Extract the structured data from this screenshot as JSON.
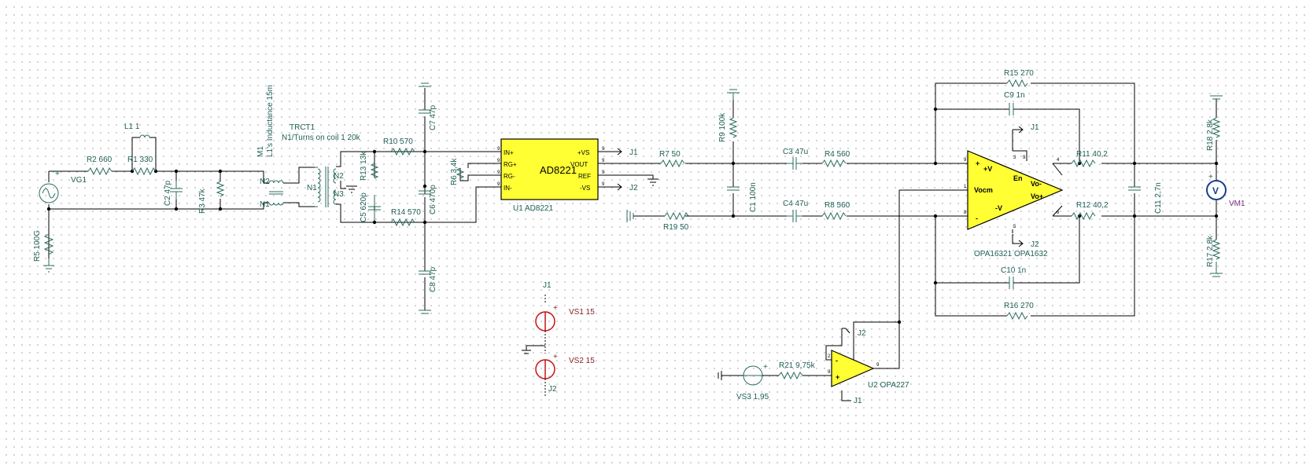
{
  "components": {
    "vg1": "VG1",
    "r5": "R5 100G",
    "r2": "R2 660",
    "l1": "L1 1",
    "r1": "R1 330",
    "c2": "C2 47p",
    "r3": "R3 47k",
    "m1": "M1",
    "m1_sub": "L1's Inductance 15m",
    "trct1": "TRCT1",
    "trct1_sub": "N1/Turns on coil 1 20k",
    "n1_left": "N1",
    "n2_left": "N2",
    "n1_mid": "N1",
    "n2_right": "N2",
    "n3_right": "N3",
    "c5": "C5 620p",
    "r13": "R13 13k",
    "r10": "R10 570",
    "r14": "R14 570",
    "c7": "C7 47p",
    "c6": "C6 470p",
    "c8": "C8 47p",
    "r6": "R6 3,4k",
    "u1_name": "AD8221",
    "u1_label": "U1 AD8221",
    "u1_pins": [
      "IN+",
      "RG+",
      "RG-",
      "IN-",
      "+VS",
      "VOUT",
      "REF",
      "-VS"
    ],
    "r7": "R7 50",
    "r19": "R19 50",
    "r9": "R9 100k",
    "c1": "C1 100n",
    "c3": "C3 47u",
    "c4": "C4 47u",
    "r4": "R4 560",
    "r8": "R8 560",
    "r15": "R15 270",
    "c9": "C9 1n",
    "c10": "C10 1n",
    "r16": "R16 270",
    "u3_pins": [
      "+V",
      "En",
      "Vo-",
      "Vocm",
      "Vo+",
      "-V"
    ],
    "u3_label": "OPA16321 OPA1632",
    "r11": "R11 40,2",
    "r12": "R12 40,2",
    "c11": "C11 2,7n",
    "r18": "R18 2,8k",
    "r17": "R17 2,8k",
    "vm1": "VM1",
    "vm1_symbol": "V",
    "vs1": "VS1 15",
    "vs2": "VS2 15",
    "vs3": "VS3 1,95",
    "r21": "R21 9,75k",
    "u2": "U2 OPA227",
    "j1": "J1",
    "j2": "J2"
  }
}
